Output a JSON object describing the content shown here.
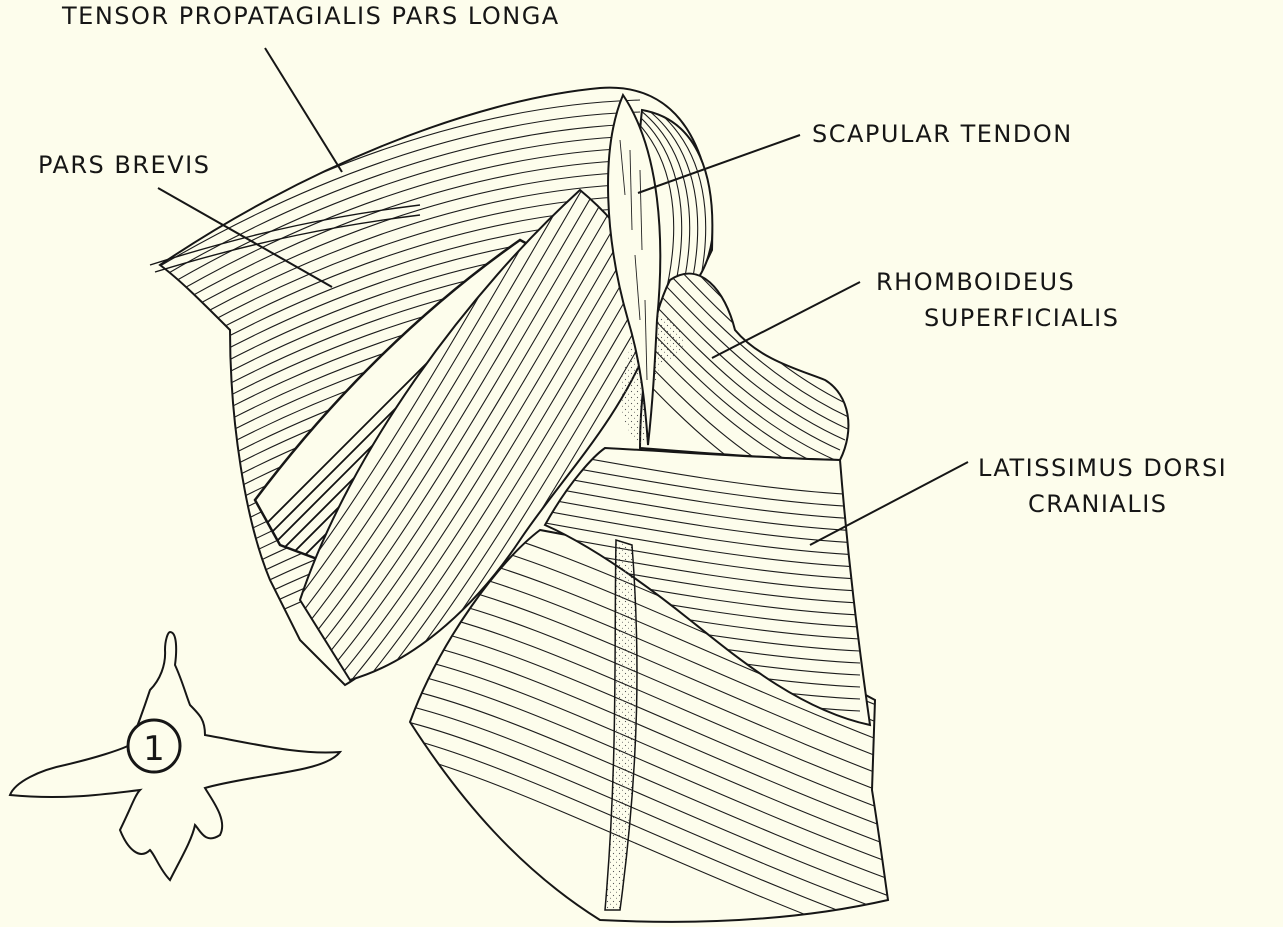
{
  "labels": {
    "tensor_pars_longa": "TENSOR PROPATAGIALIS PARS LONGA",
    "pars_brevis": "PARS BREVIS",
    "scapular_tendon": "SCAPULAR TENDON",
    "rhomboideus_line1": "RHOMBOIDEUS",
    "rhomboideus_line2": "SUPERFICIALIS",
    "latissimus_line1": "LATISSIMUS DORSI",
    "latissimus_line2": "CRANIALIS"
  },
  "inset": {
    "marker_glyph": "1"
  },
  "colors": {
    "background": "#fdfdec",
    "ink": "#161616",
    "stipple": "#555555"
  }
}
